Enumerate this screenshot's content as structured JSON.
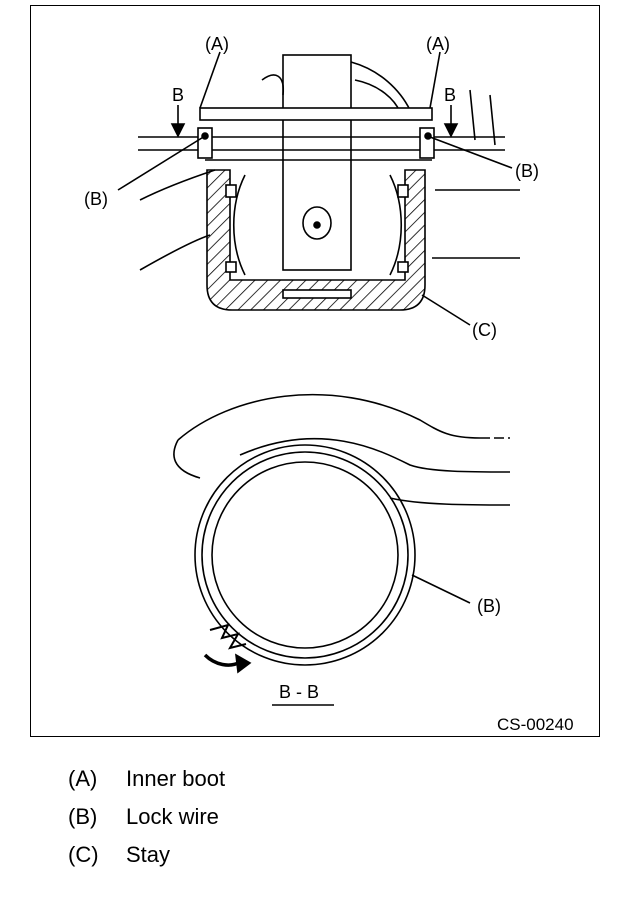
{
  "figure": {
    "labels": {
      "a_left": "(A)",
      "a_right": "(A)",
      "b_left": "(B)",
      "b_right": "(B)",
      "b_bottom": "(B)",
      "c": "(C)",
      "section_left": "B",
      "section_right": "B",
      "section_title": "B - B"
    },
    "code": "CS-00240"
  },
  "legend": [
    {
      "key": "(A)",
      "text": "Inner boot"
    },
    {
      "key": "(B)",
      "text": "Lock wire"
    },
    {
      "key": "(C)",
      "text": "Stay"
    }
  ]
}
